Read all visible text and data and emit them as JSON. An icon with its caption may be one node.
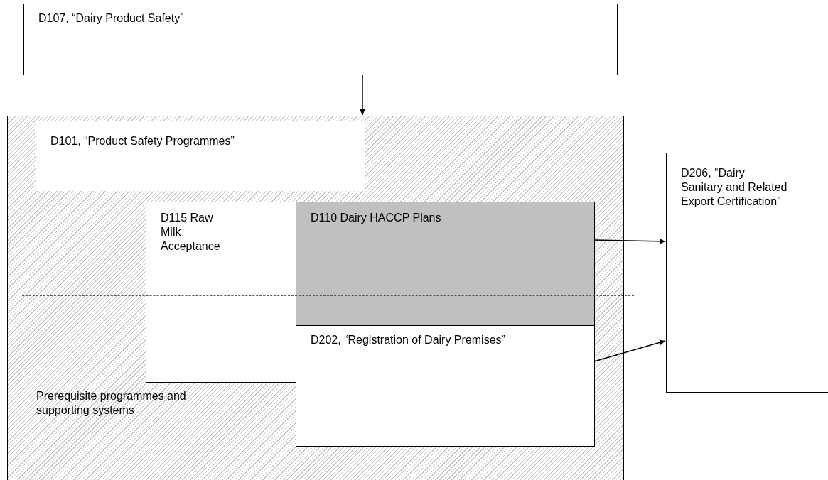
{
  "diagram": {
    "nodes": [
      {
        "text": [
          "D107, “Dairy Product Safety”"
        ]
      },
      {
        "text": [
          "Prerequisite programmes and supporting systems"
        ]
      },
      {
        "text": [
          "D101, “Product Safety Programmes”"
        ],
        "in": 1
      },
      {
        "text": [
          "D115 Raw Milk Acceptance"
        ],
        "in": 1
      },
      {
        "text": [
          "D110 Dairy HACCP Plans"
        ],
        "in": 1
      },
      {
        "text": [
          "D202, “Registration of Dairy Premises”"
        ],
        "in": 1
      },
      {
        "text": [
          "D206, “Dairy Sanitary and Related Export Certification”"
        ]
      }
    ],
    "edges": [
      {
        "from": 0,
        "to": 1,
        "arrow": "to"
      },
      {
        "from": 4,
        "to": 6,
        "arrow": "to"
      },
      {
        "from": 5,
        "to": 6,
        "arrow": "to"
      }
    ]
  }
}
